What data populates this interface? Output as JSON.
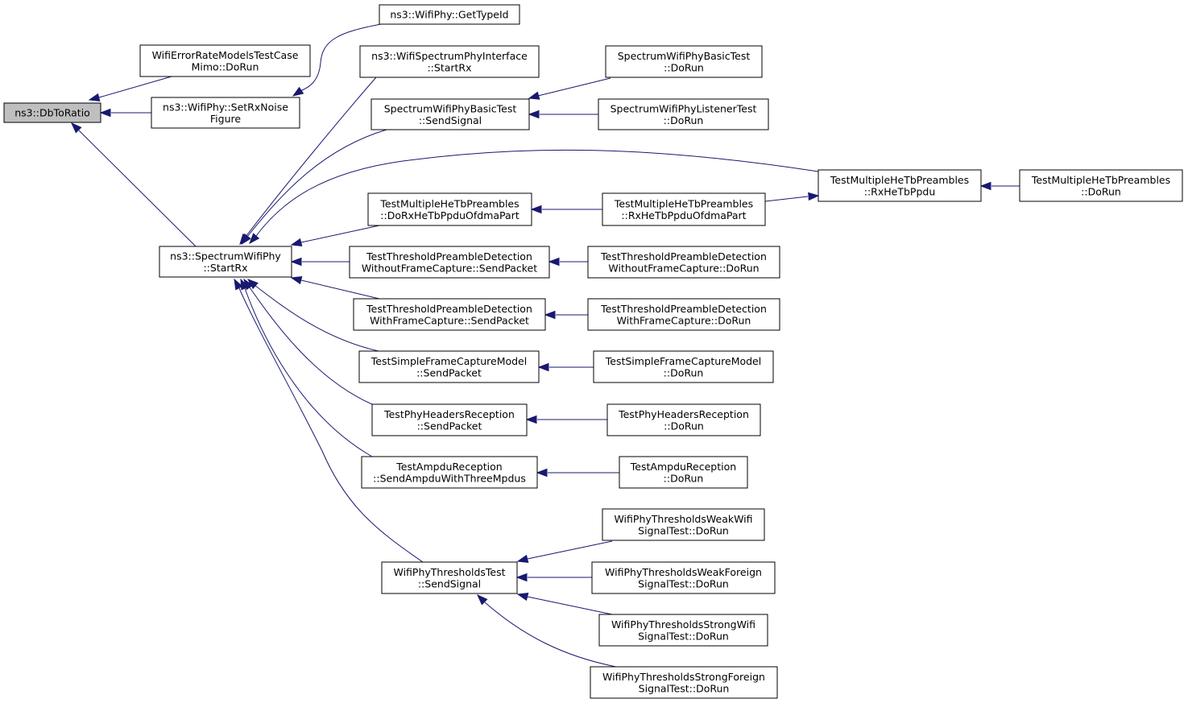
{
  "colors": {
    "edge": "#191970",
    "root_fill": "#bfbfbf",
    "node_fill": "#ffffff",
    "border": "#000000"
  },
  "nodes": [
    {
      "id": "dbtoratio",
      "lines": [
        "ns3::DbToRatio"
      ]
    },
    {
      "id": "errmimo",
      "lines": [
        "WifiErrorRateModelsTestCase",
        "Mimo::DoRun"
      ]
    },
    {
      "id": "setrxnoise",
      "lines": [
        "ns3::WifiPhy::SetRxNoise",
        "Figure"
      ]
    },
    {
      "id": "gettypeid",
      "lines": [
        "ns3::WifiPhy::GetTypeId"
      ]
    },
    {
      "id": "specphy_startrx",
      "lines": [
        "ns3::SpectrumWifiPhy",
        "::StartRx"
      ]
    },
    {
      "id": "specif_startrx",
      "lines": [
        "ns3::WifiSpectrumPhyInterface",
        "::StartRx"
      ]
    },
    {
      "id": "basictest_send",
      "lines": [
        "SpectrumWifiPhyBasicTest",
        "::SendSignal"
      ]
    },
    {
      "id": "basictest_dorun",
      "lines": [
        "SpectrumWifiPhyBasicTest",
        "::DoRun"
      ]
    },
    {
      "id": "listener_dorun",
      "lines": [
        "SpectrumWifiPhyListenerTest",
        "::DoRun"
      ]
    },
    {
      "id": "hetb_rx",
      "lines": [
        "TestMultipleHeTbPreambles",
        "::RxHeTbPpdu"
      ]
    },
    {
      "id": "hetb_dorun",
      "lines": [
        "TestMultipleHeTbPreambles",
        "::DoRun"
      ]
    },
    {
      "id": "hetb_dorxofdma",
      "lines": [
        "TestMultipleHeTbPreambles",
        "::DoRxHeTbPpduOfdmaPart"
      ]
    },
    {
      "id": "hetb_rxofdma",
      "lines": [
        "TestMultipleHeTbPreambles",
        "::RxHeTbPpduOfdmaPart"
      ]
    },
    {
      "id": "wofc_send",
      "lines": [
        "TestThresholdPreambleDetection",
        "WithoutFrameCapture::SendPacket"
      ]
    },
    {
      "id": "wofc_dorun",
      "lines": [
        "TestThresholdPreambleDetection",
        "WithoutFrameCapture::DoRun"
      ]
    },
    {
      "id": "wfc_send",
      "lines": [
        "TestThresholdPreambleDetection",
        "WithFrameCapture::SendPacket"
      ]
    },
    {
      "id": "wfc_dorun",
      "lines": [
        "TestThresholdPreambleDetection",
        "WithFrameCapture::DoRun"
      ]
    },
    {
      "id": "sfc_send",
      "lines": [
        "TestSimpleFrameCaptureModel",
        "::SendPacket"
      ]
    },
    {
      "id": "sfc_dorun",
      "lines": [
        "TestSimpleFrameCaptureModel",
        "::DoRun"
      ]
    },
    {
      "id": "phh_send",
      "lines": [
        "TestPhyHeadersReception",
        "::SendPacket"
      ]
    },
    {
      "id": "phh_dorun",
      "lines": [
        "TestPhyHeadersReception",
        "::DoRun"
      ]
    },
    {
      "id": "ampdu_send",
      "lines": [
        "TestAmpduReception",
        "::SendAmpduWithThreeMpdus"
      ]
    },
    {
      "id": "ampdu_dorun",
      "lines": [
        "TestAmpduReception",
        "::DoRun"
      ]
    },
    {
      "id": "thr_send",
      "lines": [
        "WifiPhyThresholdsTest",
        "::SendSignal"
      ]
    },
    {
      "id": "thr_weakwifi",
      "lines": [
        "WifiPhyThresholdsWeakWifi",
        "SignalTest::DoRun"
      ]
    },
    {
      "id": "thr_weakforeign",
      "lines": [
        "WifiPhyThresholdsWeakForeign",
        "SignalTest::DoRun"
      ]
    },
    {
      "id": "thr_strongwifi",
      "lines": [
        "WifiPhyThresholdsStrongWifi",
        "SignalTest::DoRun"
      ]
    },
    {
      "id": "thr_strongforeign",
      "lines": [
        "WifiPhyThresholdsStrongForeign",
        "SignalTest::DoRun"
      ]
    }
  ],
  "edges": [
    {
      "from": "errmimo",
      "to": "dbtoratio"
    },
    {
      "from": "setrxnoise",
      "to": "dbtoratio"
    },
    {
      "from": "specphy_startrx",
      "to": "dbtoratio"
    },
    {
      "from": "gettypeid",
      "to": "setrxnoise"
    },
    {
      "from": "specif_startrx",
      "to": "specphy_startrx"
    },
    {
      "from": "basictest_send",
      "to": "specphy_startrx"
    },
    {
      "from": "hetb_rx",
      "to": "specphy_startrx"
    },
    {
      "from": "hetb_dorxofdma",
      "to": "specphy_startrx"
    },
    {
      "from": "wofc_send",
      "to": "specphy_startrx"
    },
    {
      "from": "wfc_send",
      "to": "specphy_startrx"
    },
    {
      "from": "sfc_send",
      "to": "specphy_startrx"
    },
    {
      "from": "phh_send",
      "to": "specphy_startrx"
    },
    {
      "from": "ampdu_send",
      "to": "specphy_startrx"
    },
    {
      "from": "thr_send",
      "to": "specphy_startrx"
    },
    {
      "from": "basictest_dorun",
      "to": "basictest_send"
    },
    {
      "from": "listener_dorun",
      "to": "basictest_send"
    },
    {
      "from": "hetb_dorun",
      "to": "hetb_rx"
    },
    {
      "from": "hetb_rxofdma",
      "to": "hetb_rx"
    },
    {
      "from": "hetb_rxofdma",
      "to": "hetb_dorxofdma"
    },
    {
      "from": "wofc_dorun",
      "to": "wofc_send"
    },
    {
      "from": "wfc_dorun",
      "to": "wfc_send"
    },
    {
      "from": "sfc_dorun",
      "to": "sfc_send"
    },
    {
      "from": "phh_dorun",
      "to": "phh_send"
    },
    {
      "from": "ampdu_dorun",
      "to": "ampdu_send"
    },
    {
      "from": "thr_weakwifi",
      "to": "thr_send"
    },
    {
      "from": "thr_weakforeign",
      "to": "thr_send"
    },
    {
      "from": "thr_strongwifi",
      "to": "thr_send"
    },
    {
      "from": "thr_strongforeign",
      "to": "thr_send"
    }
  ]
}
